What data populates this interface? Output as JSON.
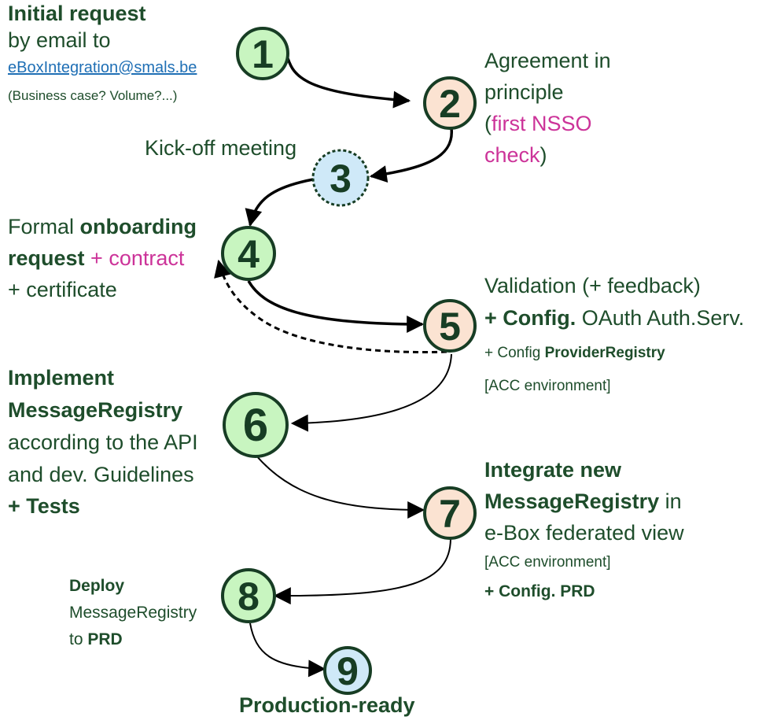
{
  "steps": {
    "s1": {
      "number": "1",
      "line1": "Initial request",
      "line2": "by email to",
      "email": "eBoxIntegration@smals.be",
      "note": "(Business case? Volume?...)"
    },
    "s2": {
      "number": "2",
      "line1": "Agreement in",
      "line2": "principle",
      "paren_open": "(",
      "check_a": "first NSSO",
      "check_b": "check",
      "paren_close": ")"
    },
    "s3": {
      "number": "3",
      "label": "Kick-off meeting"
    },
    "s4": {
      "number": "4",
      "a1": "Formal ",
      "a2": "onboarding",
      "b1": "request",
      "b2": " + contract",
      "c": "+ certificate"
    },
    "s5": {
      "number": "5",
      "a": "Validation (+ feedback)",
      "b1": "+ Config.",
      "b2": " OAuth Auth.Serv.",
      "c1": "+  Config ",
      "c2": "ProviderRegistry",
      "d": "[ACC environment]"
    },
    "s6": {
      "number": "6",
      "a": "Implement",
      "b": "MessageRegistry",
      "c": "according to the API",
      "d": "and dev. Guidelines",
      "e": "+ Tests"
    },
    "s7": {
      "number": "7",
      "a": "Integrate new",
      "b1": "MessageRegistry",
      "b2": " in",
      "c": "e-Box federated view",
      "d": "[ACC environment]",
      "e": "+ Config. PRD"
    },
    "s8": {
      "number": "8",
      "a": "Deploy",
      "b": "MessageRegistry",
      "c1": "to ",
      "c2": "PRD"
    },
    "s9": {
      "number": "9",
      "label": "Production-ready"
    }
  },
  "colors": {
    "text_green": "#1e4d2b",
    "accent_pink": "#cc3399",
    "node_green_fill": "#c8f5c0",
    "node_peach_fill": "#fbe3d2",
    "node_blue_fill": "#cfe9f8",
    "node_stroke": "#173d24",
    "link_blue": "#1f6fb5"
  }
}
